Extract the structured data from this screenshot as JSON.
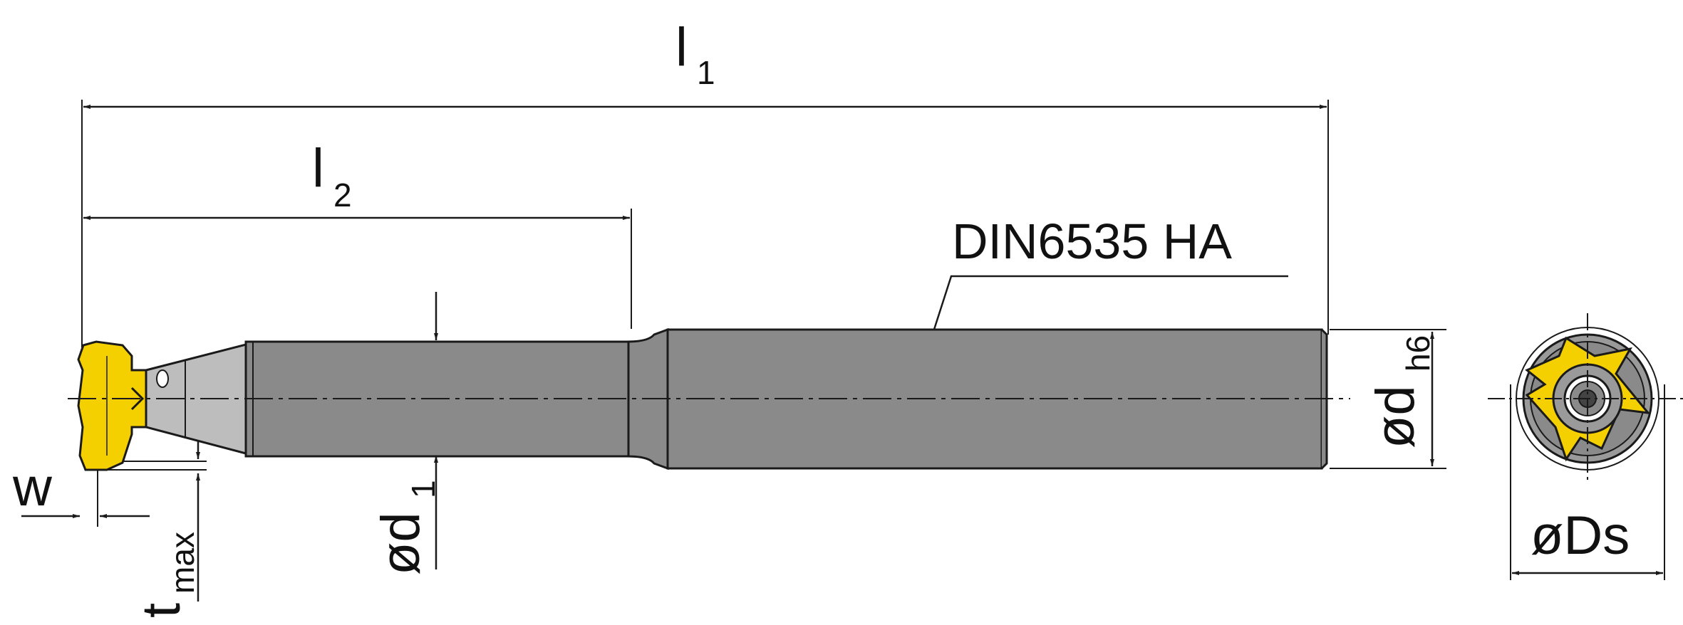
{
  "drawing": {
    "dimensions": {
      "l1": {
        "main": "l",
        "sub": "1"
      },
      "l2": {
        "main": "l",
        "sub": "2"
      },
      "d1": {
        "main": "ød",
        "sub": "1"
      },
      "dh6": {
        "main": "ød",
        "sub": "h6"
      },
      "w": {
        "main": "w"
      },
      "tmax": {
        "main": "t",
        "sub": "max"
      },
      "Ds": {
        "main": "øDs"
      }
    },
    "callout": "DIN6535 HA",
    "colors": {
      "shank": "#8a8a8a",
      "neck_taper": "#bdbdbd",
      "insert": "#f5d000",
      "outline": "#1a1a1a",
      "end_view_ring": "#9a9a9a"
    }
  }
}
